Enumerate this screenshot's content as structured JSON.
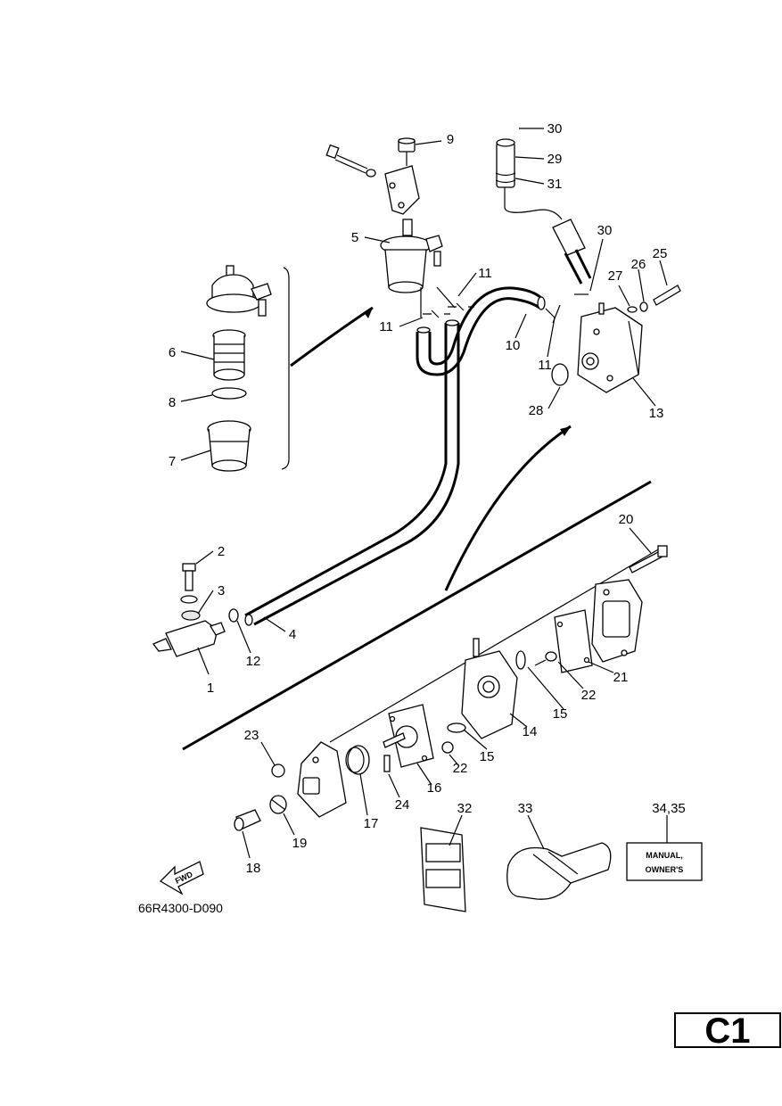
{
  "callouts": [
    {
      "id": "c1",
      "text": "1"
    },
    {
      "id": "c2",
      "text": "2"
    },
    {
      "id": "c3",
      "text": "3"
    },
    {
      "id": "c4",
      "text": "4"
    },
    {
      "id": "c5",
      "text": "5"
    },
    {
      "id": "c6",
      "text": "6"
    },
    {
      "id": "c7",
      "text": "7"
    },
    {
      "id": "c8",
      "text": "8"
    },
    {
      "id": "c9",
      "text": "9"
    },
    {
      "id": "c10",
      "text": "10"
    },
    {
      "id": "c11a",
      "text": "11"
    },
    {
      "id": "c11b",
      "text": "11"
    },
    {
      "id": "c11c",
      "text": "11"
    },
    {
      "id": "c12",
      "text": "12"
    },
    {
      "id": "c13",
      "text": "13"
    },
    {
      "id": "c14",
      "text": "14"
    },
    {
      "id": "c15a",
      "text": "15"
    },
    {
      "id": "c15b",
      "text": "15"
    },
    {
      "id": "c16",
      "text": "16"
    },
    {
      "id": "c17",
      "text": "17"
    },
    {
      "id": "c18",
      "text": "18"
    },
    {
      "id": "c19",
      "text": "19"
    },
    {
      "id": "c20",
      "text": "20"
    },
    {
      "id": "c21",
      "text": "21"
    },
    {
      "id": "c22a",
      "text": "22"
    },
    {
      "id": "c22b",
      "text": "22"
    },
    {
      "id": "c23",
      "text": "23"
    },
    {
      "id": "c24",
      "text": "24"
    },
    {
      "id": "c25",
      "text": "25"
    },
    {
      "id": "c26",
      "text": "26"
    },
    {
      "id": "c27",
      "text": "27"
    },
    {
      "id": "c28",
      "text": "28"
    },
    {
      "id": "c29",
      "text": "29"
    },
    {
      "id": "c30a",
      "text": "30"
    },
    {
      "id": "c30b",
      "text": "30"
    },
    {
      "id": "c31",
      "text": "31"
    },
    {
      "id": "c32",
      "text": "32"
    },
    {
      "id": "c33",
      "text": "33"
    },
    {
      "id": "c3435",
      "text": "34,35"
    }
  ],
  "fwd_label": "FWD",
  "manual_label": {
    "line1": "MANUAL,",
    "line2": "OWNER'S"
  },
  "drawing_code": "66R4300-D090",
  "page_code": "C1"
}
